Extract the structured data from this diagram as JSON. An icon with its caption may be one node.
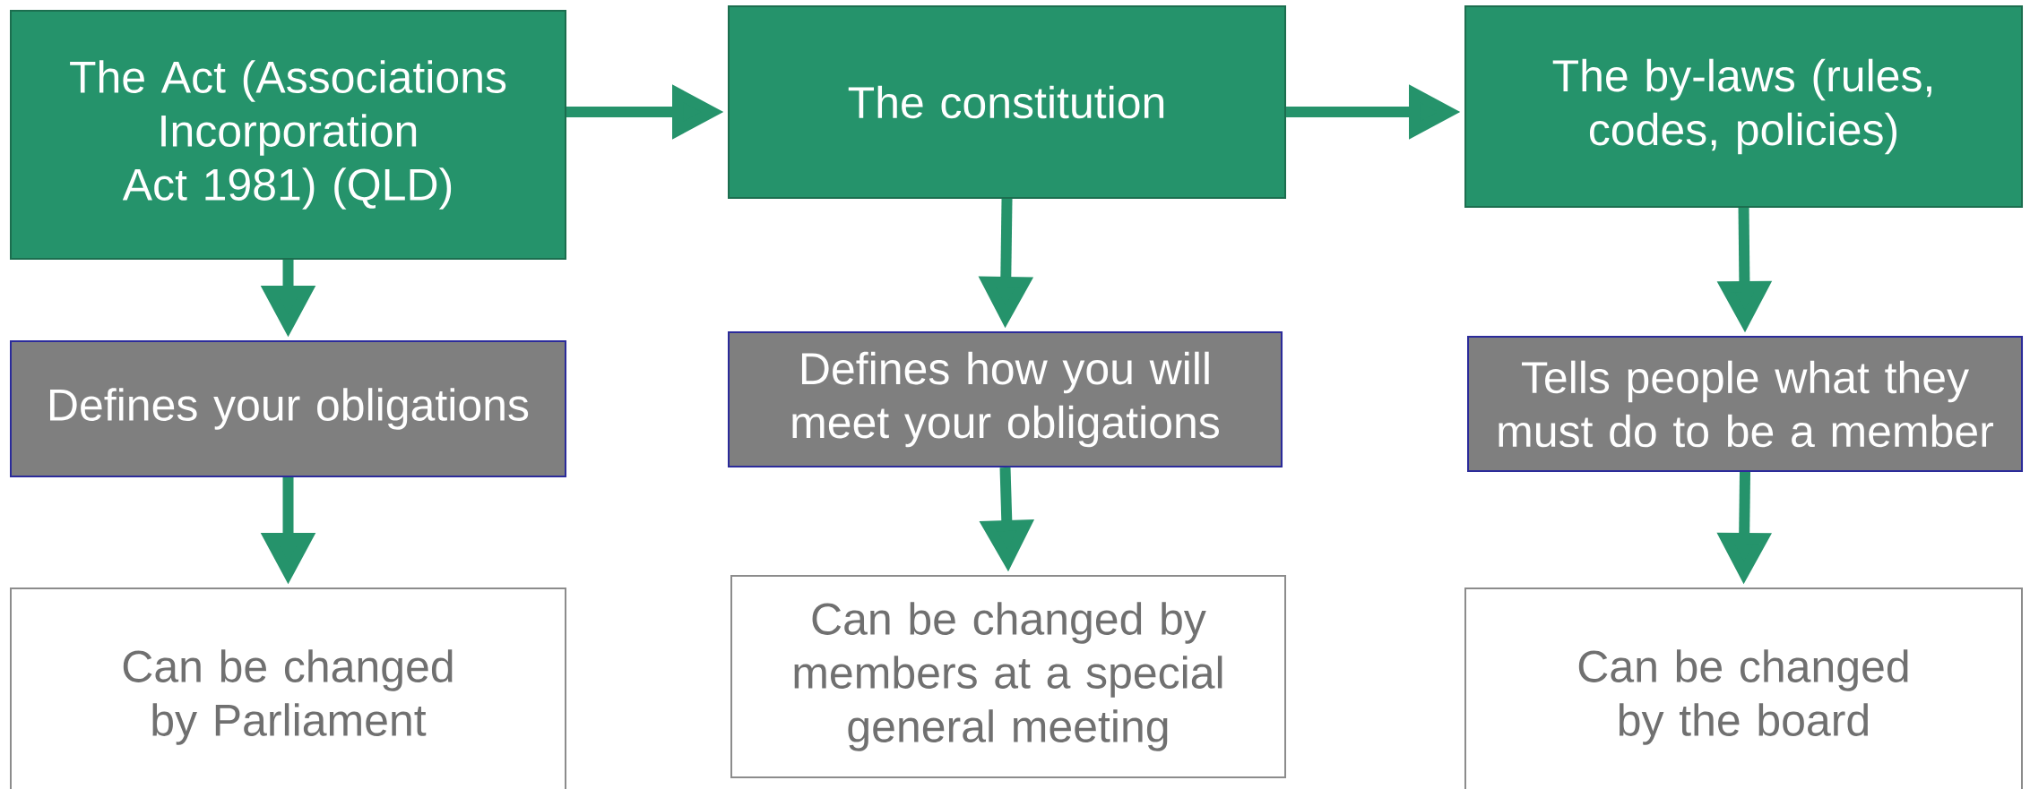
{
  "diagram": {
    "nodes": [
      {
        "text": [
          "The Act (Associations Incorporation Act 1981) (QLD)"
        ]
      },
      {
        "text": [
          "The constitution"
        ]
      },
      {
        "text": [
          "The by-laws (rules, codes, policies)"
        ]
      },
      {
        "text": [
          "Defines your obligations"
        ]
      },
      {
        "text": [
          "Defines how you will meet your obligations"
        ]
      },
      {
        "text": [
          "Tells people what they must do to be a member"
        ]
      },
      {
        "text": [
          "Can be changed by Parliament"
        ]
      },
      {
        "text": [
          "Can be changed by members at a special general meeting"
        ]
      },
      {
        "text": [
          "Can be changed by the board"
        ]
      }
    ],
    "edges": [
      {
        "from": 0,
        "to": 1,
        "arrow": "to"
      },
      {
        "from": 1,
        "to": 2,
        "arrow": "to"
      },
      {
        "from": 0,
        "to": 3,
        "arrow": "to"
      },
      {
        "from": 3,
        "to": 6,
        "arrow": "to"
      },
      {
        "from": 1,
        "to": 4,
        "arrow": "to"
      },
      {
        "from": 4,
        "to": 7,
        "arrow": "to"
      },
      {
        "from": 2,
        "to": 5,
        "arrow": "to"
      },
      {
        "from": 5,
        "to": 8,
        "arrow": "to"
      }
    ]
  }
}
